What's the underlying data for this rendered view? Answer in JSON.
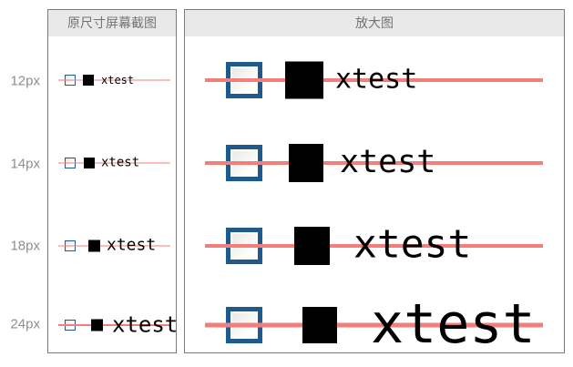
{
  "panels": {
    "original": {
      "title": "原尺寸屏幕截图"
    },
    "magnified": {
      "title": "放大图"
    }
  },
  "rows": [
    {
      "label": "12px",
      "text": "xtest"
    },
    {
      "label": "14px",
      "text": "xtest"
    },
    {
      "label": "18px",
      "text": "xtest"
    },
    {
      "label": "24px",
      "text": "xtest"
    }
  ],
  "colors": {
    "strike-line": "#f47e7c",
    "checkbox-border": "#1e5a8e",
    "black-square": "#000000",
    "panel-border": "#7a7a7a",
    "header-bg": "#e9e9e9",
    "header-text": "#737373",
    "label-text": "#8e8e8e"
  }
}
